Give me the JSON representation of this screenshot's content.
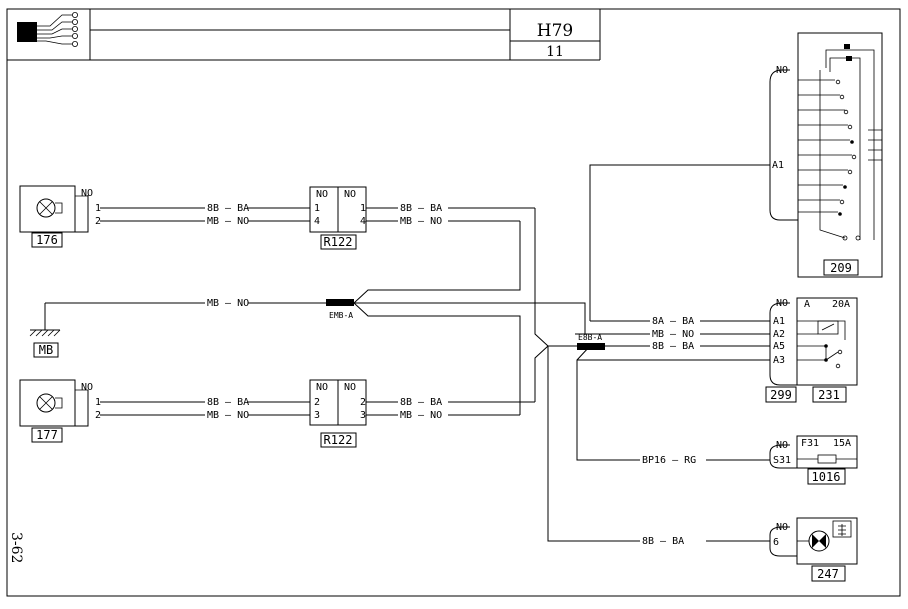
{
  "title_block": {
    "code": "H79",
    "page": "11"
  },
  "side_label": "3-62",
  "common": {
    "no": "NO"
  },
  "components": {
    "c176": {
      "num": "176",
      "pins": [
        "1",
        "2"
      ]
    },
    "c177": {
      "num": "177",
      "pins": [
        "1",
        "2"
      ]
    },
    "ground": {
      "label": "MB"
    },
    "r122_top": {
      "label": "R122",
      "left_pins": [
        "1",
        "4"
      ],
      "right_pins": [
        "1",
        "4"
      ]
    },
    "r122_bot": {
      "label": "R122",
      "left_pins": [
        "2",
        "3"
      ],
      "right_pins": [
        "2",
        "3"
      ]
    },
    "c209": {
      "num": "209",
      "pin": "A1"
    },
    "c231": {
      "num": "231",
      "sub": "A",
      "fuse": "20A",
      "pins": [
        "A1",
        "A2",
        "A5",
        "A3"
      ]
    },
    "c299": {
      "num": "299"
    },
    "c1016": {
      "num": "1016",
      "fuse": "F31",
      "rating": "15A",
      "pin": "S31"
    },
    "c247": {
      "num": "247",
      "pin": "6"
    }
  },
  "splices": {
    "emb": "EMB-A",
    "e8b": "E8B-A"
  },
  "wires": {
    "w_8b_ba": "8B — BA",
    "w_mb_no": "MB — NO",
    "w_8a_ba": "8A — BA",
    "w_bp16_rg": "BP16 — RG"
  }
}
